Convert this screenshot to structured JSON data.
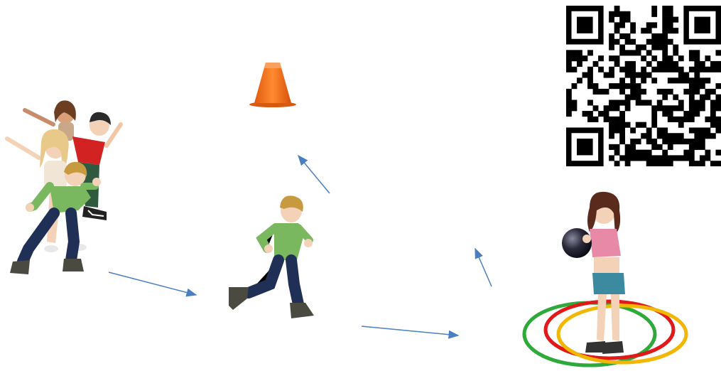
{
  "scene": {
    "figures": [
      {
        "name": "waiting-group",
        "count": 4
      },
      {
        "name": "running-child"
      },
      {
        "name": "girl-with-ball-in-hoops"
      }
    ],
    "objects": [
      "traffic-cone",
      "ball",
      "hoop-green",
      "hoop-red",
      "hoop-yellow",
      "qr-code"
    ],
    "arrows": 4
  },
  "colors": {
    "arrow": "#4a7fc0",
    "cone": "#f07020",
    "hoop_green": "#2eaa3a",
    "hoop_red": "#e01a1a",
    "hoop_yellow": "#f2b705",
    "ball": "#2a2a3a"
  }
}
